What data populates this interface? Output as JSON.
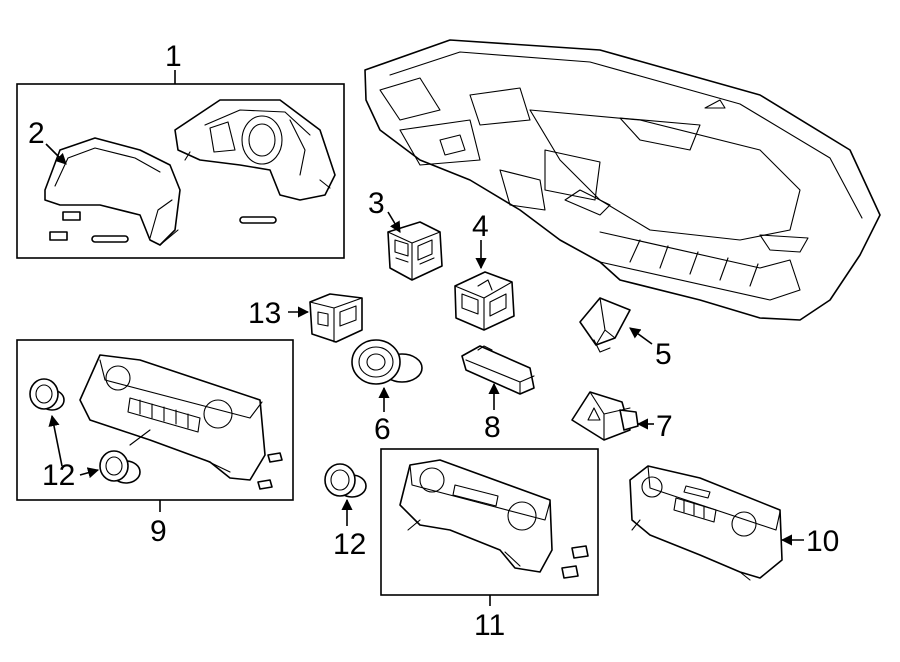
{
  "callouts": {
    "c1": "1",
    "c2": "2",
    "c3": "3",
    "c4": "4",
    "c5": "5",
    "c6": "6",
    "c7": "7",
    "c8": "8",
    "c9": "9",
    "c10": "10",
    "c11": "11",
    "c12a": "12",
    "c12b": "12",
    "c13": "13"
  },
  "colors": {
    "line": "#000000",
    "background": "#ffffff"
  }
}
